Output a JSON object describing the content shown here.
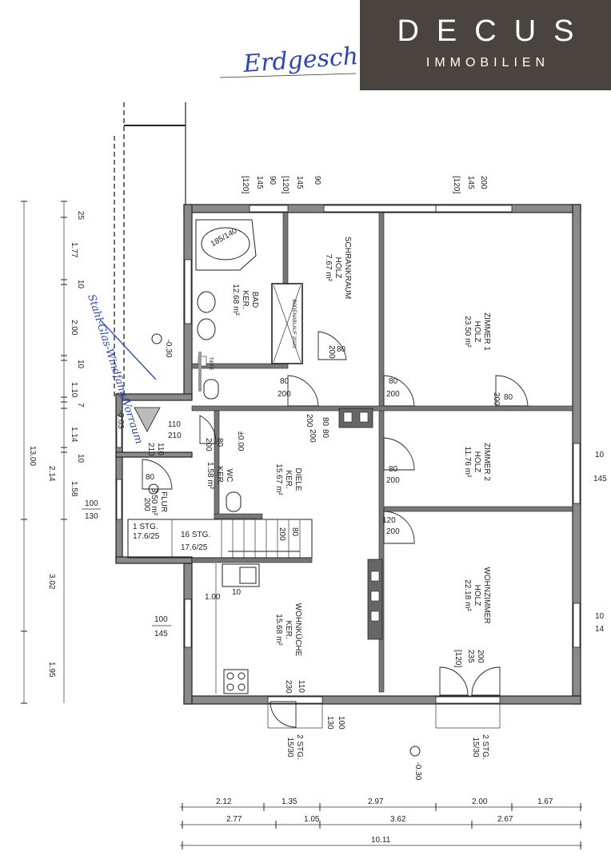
{
  "logo": {
    "main": "DECUS",
    "sub": "IMMOBILIEN"
  },
  "handwriting": {
    "floor_title": "Erdgesch",
    "vestibule_note": "Stahl-Glas-Windfang/Vorraum"
  },
  "rooms": {
    "bad": {
      "name": "BAD",
      "floor": "KER.",
      "area": "12.68 m²"
    },
    "schrankraum": {
      "name": "SCHRANKRAUM",
      "floor": "HOLZ",
      "area": "7.67 m²"
    },
    "zimmer1": {
      "name": "ZIMMER 1",
      "floor": "HOLZ",
      "area": "23.50 m²"
    },
    "zimmer2": {
      "name": "ZIMMER 2",
      "floor": "HOLZ",
      "area": "11.76 m²"
    },
    "wohnzimmer": {
      "name": "WOHNZIMMER",
      "floor": "HOLZ",
      "area": "22.18 m²"
    },
    "diele": {
      "name": "DIELE",
      "floor": "KER.",
      "area": "15.67 m²"
    },
    "wc": {
      "name": "WC",
      "floor": "KER.",
      "area": "1.58 m²"
    },
    "flur": {
      "name": "FLUR",
      "area": "3.50 m²"
    },
    "wohnkueche": {
      "name": "WOHNKÜCHE",
      "floor": "KER.",
      "area": "15.68 m²"
    }
  },
  "labels": {
    "bodenablauf": "BODENABLAUF 20/20",
    "tiefe": "TIEFE",
    "stair1": "1 STG.",
    "stair1_size": "17.6/25",
    "stair16": "16 STG.",
    "stair16_size": "17.6/25",
    "level_030_a": "-0.30",
    "level_003": "-0.03",
    "level_000": "±0.00",
    "level_030_b": "-0.30",
    "kitchen_100": "1.00",
    "kitchen_10": "10",
    "stg_left": "2 STG.",
    "stg_left_size": "15/30",
    "stg_right": "2 STG.",
    "stg_right_size": "15/30"
  },
  "door_marks": {
    "d1_w": "80",
    "d1_h": "200",
    "d2_w": "80",
    "d2_h": "200",
    "d3_w": "80",
    "d3_h": "200",
    "d4_w": "80",
    "d4_h": "200",
    "d5_w": "80",
    "d5_h": "200",
    "d6_w": "80",
    "d6_h": "200",
    "d7_w": "80",
    "d7_h": "200",
    "d8_w": "80",
    "d8_h": "200",
    "d9_w": "120",
    "d9_h": "200",
    "d10_w": "80",
    "d10_h": "200",
    "d11_w": "110",
    "d11_h": "210",
    "d12_w": "110",
    "d12_h": "210",
    "d13_w": "80",
    "d13_h": "200",
    "d14_w": "110",
    "d14_h": "230",
    "d15_w": "100",
    "d15_h": "130"
  },
  "window_marks": {
    "top1_a": "145",
    "top1_b": "90",
    "top1_c": "[120]",
    "top2_a": "145",
    "top2_b": "90",
    "top2_c": "[120]",
    "top3_a": "145",
    "top3_b": "200",
    "top3_c": "[120]",
    "left_a": "100",
    "left_b": "130",
    "left2_a": "100",
    "left2_b": "145",
    "bottom_a": "200",
    "bottom_b": "235",
    "bottom_c": "[120]",
    "right_a": "10",
    "right_b": "145",
    "right2_a": "10",
    "right2_b": "14"
  },
  "dims_left_inner": [
    "25",
    "1.77",
    "10",
    "2.00",
    "10",
    "1.10",
    "7",
    "1.14",
    "10",
    "1.58"
  ],
  "dims_left_outer": [
    "13.00",
    "2.14",
    "3.02",
    "1.95"
  ],
  "dims_bottom_row1": [
    "2.12",
    "1.35",
    "2.97",
    "2.00",
    "1.67"
  ],
  "dims_bottom_row2": [
    "2.77",
    "1.05",
    "3.62",
    "2.67"
  ],
  "dims_bottom_total": "10.11"
}
